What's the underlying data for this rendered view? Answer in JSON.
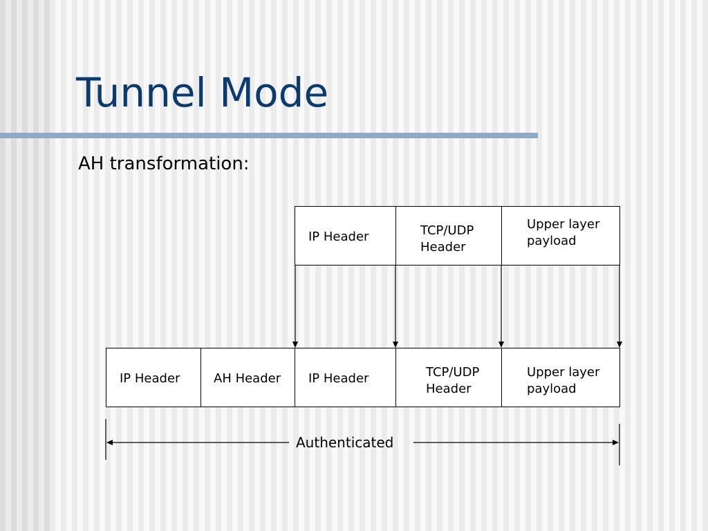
{
  "slide": {
    "title": "Tunnel Mode",
    "subtitle": "AH transformation:"
  },
  "original_packet": {
    "ip_header": "IP Header",
    "tcp_udp_header": "TCP/UDP Header",
    "payload": "Upper layer payload"
  },
  "transformed_packet": {
    "new_ip_header": "IP Header",
    "ah_header": "AH Header",
    "ip_header": "IP Header",
    "tcp_udp_header": "TCP/UDP Header",
    "payload": "Upper layer payload"
  },
  "authenticated_label": "Authenticated"
}
